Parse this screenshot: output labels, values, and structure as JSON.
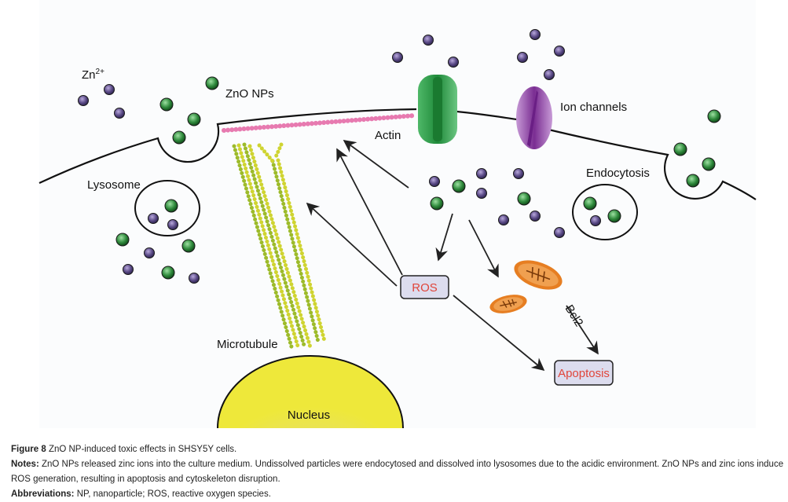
{
  "diagram": {
    "labels": {
      "zn_ion": "Zn",
      "zn_charge": "2+",
      "zno_nps": "ZnO NPs",
      "actin": "Actin",
      "ion_channels": "Ion channels",
      "lysosome": "Lysosome",
      "endocytosis": "Endocytosis",
      "microtubule": "Microtubule",
      "nucleus": "Nucleus",
      "ros": "ROS",
      "apoptosis": "Apoptosis",
      "bcl2": "Bcl2"
    },
    "colors": {
      "zn_ion": "#5a4a86",
      "zno_np": "#2f8a3c",
      "actin": "#e77ab0",
      "microtubule": "#b5c62a",
      "channel_green": "#3aa552",
      "channel_purple": "#8a3ca0",
      "mitochondria": "#e67e22",
      "nucleus": "#ece64a",
      "box_fill": "#dcdcee",
      "box_text": "#e0453a"
    }
  },
  "caption": {
    "figure_label": "Figure 8",
    "figure_title": "ZnO NP-induced toxic effects in SHSY5Y cells.",
    "notes_label": "Notes:",
    "notes_text": "ZnO NPs released zinc ions into the culture medium. Undissolved particles were endocytosed and dissolved into lysosomes due to the acidic environment. ZnO NPs and zinc ions induce ROS generation, resulting in apoptosis and cytoskeleton disruption.",
    "abbr_label": "Abbreviations:",
    "abbr_text": "NP, nanoparticle; ROS, reactive oxygen species."
  }
}
